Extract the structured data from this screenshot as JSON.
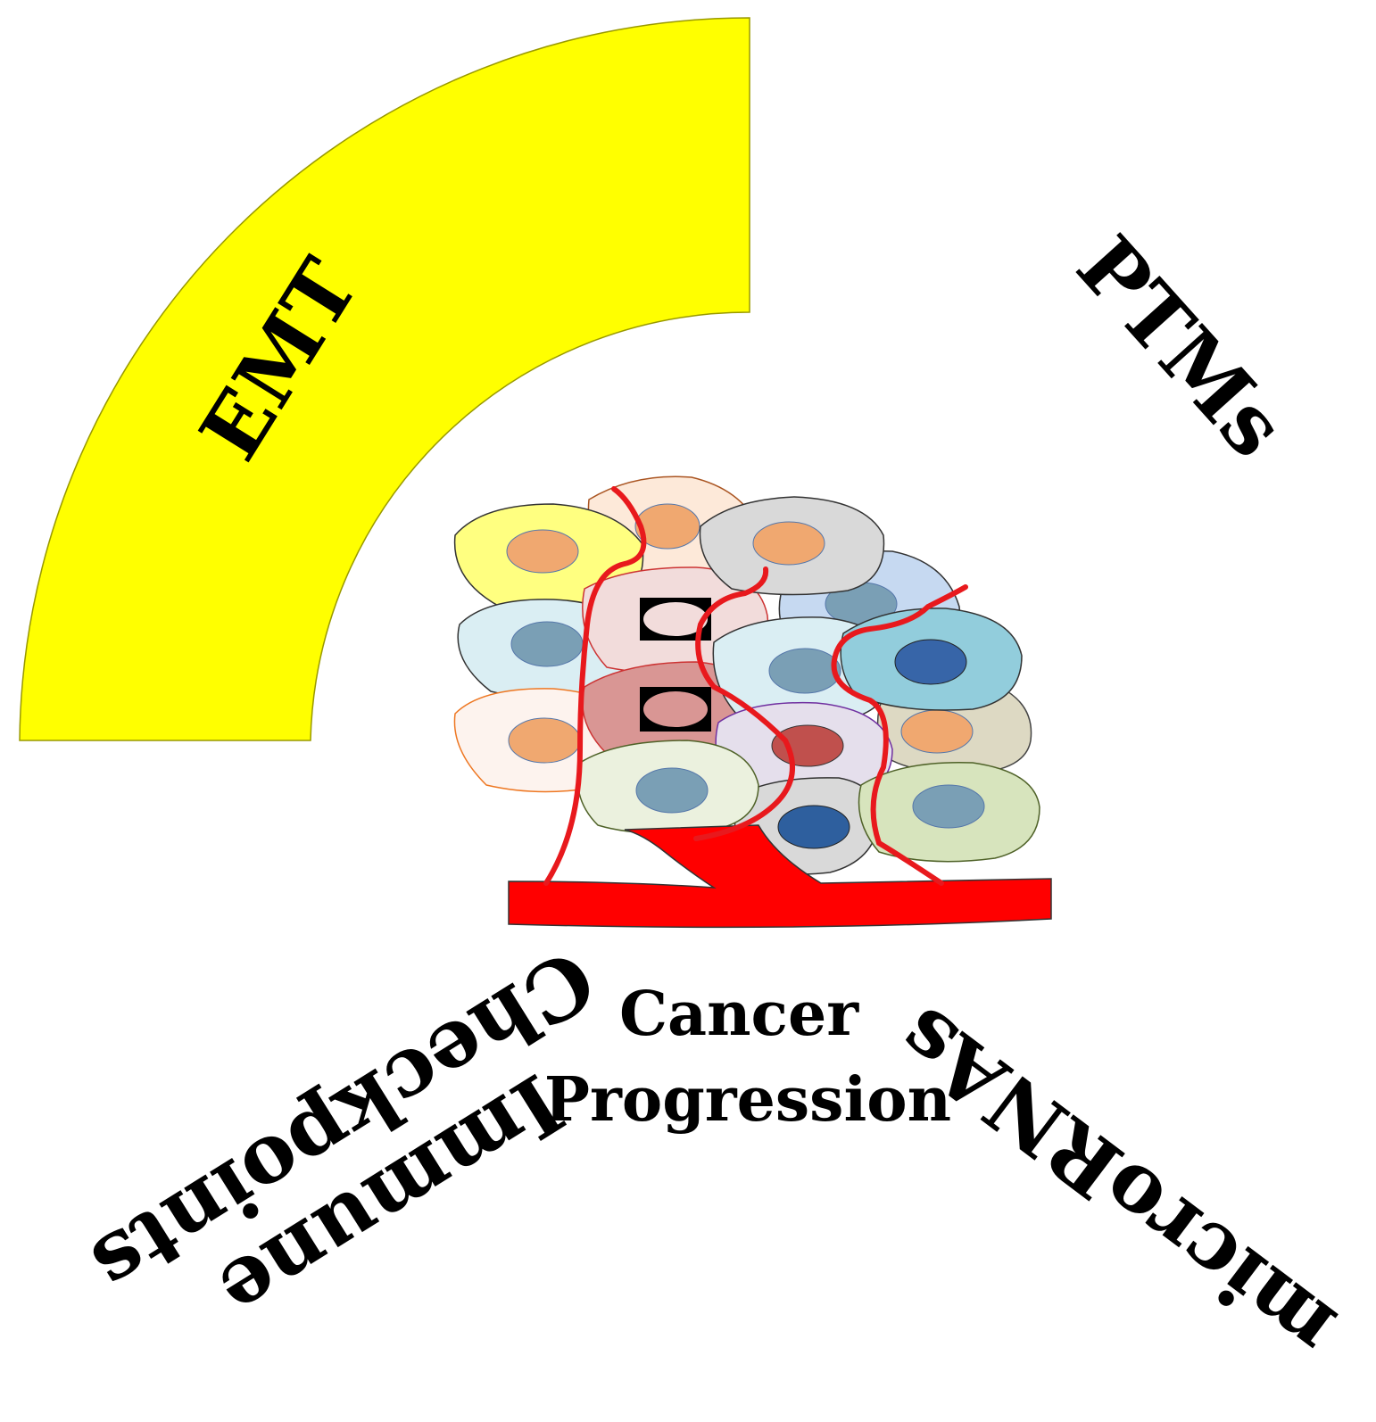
{
  "labels": {
    "emt": "EMT",
    "ptms": "PTMs",
    "micrornas": "microRNAs",
    "immune_line1": "Immune",
    "immune_line2": "Checkpoints",
    "center_line1": "Cancer",
    "center_line2": "Progression"
  },
  "colors": {
    "highlight_arc": "#ffff00",
    "vessel": "#ff0000",
    "vessel_branch": "#e8191d"
  },
  "highlighted_section": "EMT"
}
